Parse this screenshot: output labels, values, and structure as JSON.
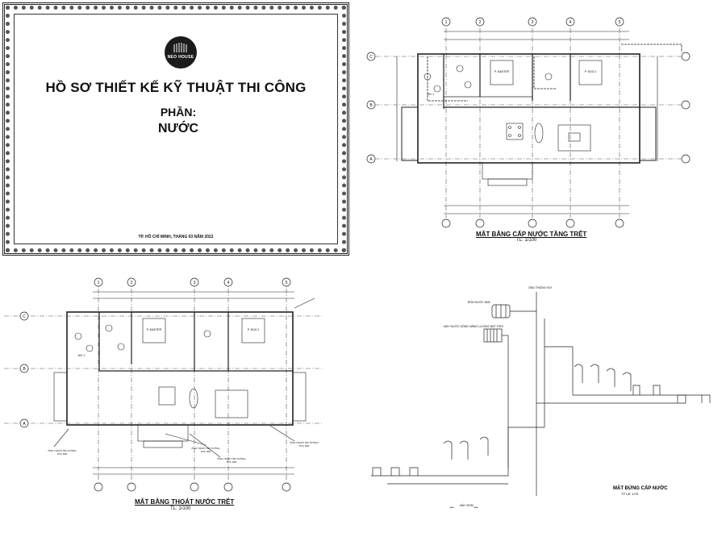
{
  "cover": {
    "logo_text": "NEO HOUSE",
    "title": "HỒ SƠ THIẾT KẾ KỸ THUẬT THI CÔNG",
    "part_label": "PHẦN:",
    "part_value": "NƯỚC",
    "date_line": "TP. HỒ CHÍ MINH, THÁNG 03 NĂM 2022"
  },
  "supply_plan": {
    "title": "MẶT BẰNG CẤP NƯỚC TẦNG TRỆT",
    "scale": "TL: 1/100",
    "axis_numbers": [
      "1",
      "2",
      "3",
      "4",
      "5"
    ],
    "axis_letters": [
      "A",
      "B",
      "C"
    ],
    "rooms": [
      "P. MASTER",
      "P. NGỦ 2",
      "WC 1"
    ]
  },
  "drain_plan": {
    "title": "MẶT BẰNG THOÁT NƯỚC TRỆT",
    "scale": "TL: 1/100",
    "axis_numbers": [
      "1",
      "2",
      "3",
      "4",
      "5"
    ],
    "axis_letters": [
      "A",
      "B",
      "C"
    ],
    "rooms": [
      "P. MASTER",
      "P. NGỦ 2",
      "WC 1"
    ],
    "notes": [
      "ỐNG THOÁT ÂM TƯỜNG",
      "PVC D90",
      "ỐNG THOÁT ÂM TƯỜNG",
      "PVC D90",
      "ỐNG THOÁT ÂM TƯỜNG",
      "PVC D90",
      "ỐNG THOÁT ÂM TƯỜNG",
      "PVC D90"
    ]
  },
  "riser": {
    "title": "MẶT ĐỨNG CẤP NƯỚC",
    "scale": "TỶ LỆ: 1/75",
    "labels": [
      "BỒN NƯỚC 500L",
      "MÁY NƯỚC NÓNG NĂNG LƯỢNG MẶT TRỜI",
      "ỐNG THÔNG HƠI",
      "MÁY BƠM"
    ]
  }
}
